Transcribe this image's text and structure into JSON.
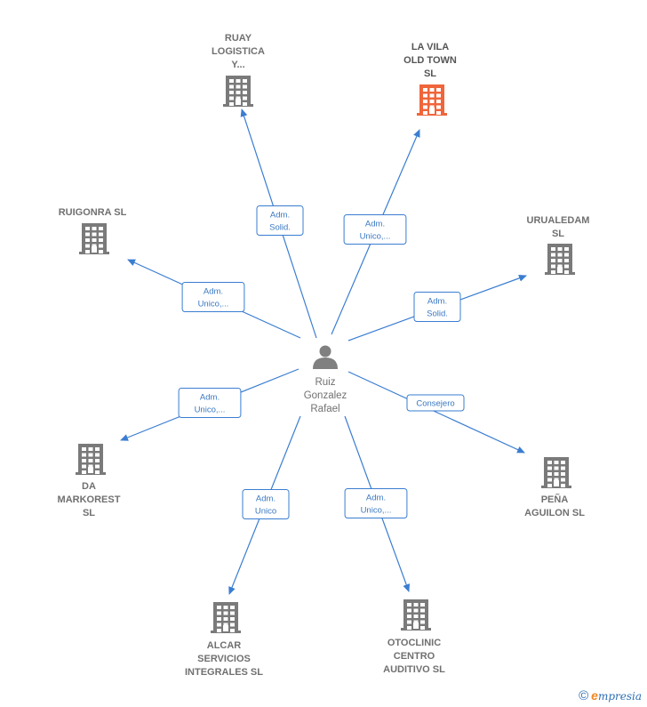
{
  "colors": {
    "edge": "#3a7dd1",
    "building": "#7a7a7a",
    "building_highlight": "#f0653a",
    "person": "#808080"
  },
  "center": {
    "label_lines": [
      "Ruiz",
      "Gonzalez",
      "Rafael"
    ],
    "icon": "person-icon"
  },
  "nodes": [
    {
      "id": "ruay",
      "label_lines": [
        "RUAY",
        "LOGISTICA",
        "Y..."
      ],
      "icon": "building-icon",
      "highlight": false
    },
    {
      "id": "lavila",
      "label_lines": [
        "LA VILA",
        "OLD TOWN",
        "SL"
      ],
      "icon": "building-icon",
      "highlight": true
    },
    {
      "id": "ruigonra",
      "label_lines": [
        "RUIGONRA  SL"
      ],
      "icon": "building-icon",
      "highlight": false
    },
    {
      "id": "urualedam",
      "label_lines": [
        "URUALEDAM",
        "SL"
      ],
      "icon": "building-icon",
      "highlight": false
    },
    {
      "id": "damarkorest",
      "label_lines": [
        "DA",
        "MARKOREST",
        "SL"
      ],
      "icon": "building-icon",
      "highlight": false
    },
    {
      "id": "penaaguilon",
      "label_lines": [
        "PEÑA",
        "AGUILON  SL"
      ],
      "icon": "building-icon",
      "highlight": false
    },
    {
      "id": "alcar",
      "label_lines": [
        "ALCAR",
        "SERVICIOS",
        "INTEGRALES SL"
      ],
      "icon": "building-icon",
      "highlight": false
    },
    {
      "id": "otoclinic",
      "label_lines": [
        "OTOCLINIC",
        "CENTRO",
        "AUDITIVO  SL"
      ],
      "icon": "building-icon",
      "highlight": false
    }
  ],
  "edges": [
    {
      "to": "ruay",
      "label_lines": [
        "Adm.",
        "Solid."
      ]
    },
    {
      "to": "lavila",
      "label_lines": [
        "Adm.",
        "Unico,..."
      ]
    },
    {
      "to": "ruigonra",
      "label_lines": [
        "Adm.",
        "Unico,..."
      ]
    },
    {
      "to": "urualedam",
      "label_lines": [
        "Adm.",
        "Solid."
      ]
    },
    {
      "to": "damarkorest",
      "label_lines": [
        "Adm.",
        "Unico,..."
      ]
    },
    {
      "to": "penaaguilon",
      "label_lines": [
        "Consejero"
      ]
    },
    {
      "to": "alcar",
      "label_lines": [
        "Adm.",
        "Unico"
      ]
    },
    {
      "to": "otoclinic",
      "label_lines": [
        "Adm.",
        "Unico,..."
      ]
    }
  ],
  "footer": {
    "copyright_symbol": "©",
    "brand_initial": "e",
    "brand_rest": "mpresia"
  }
}
